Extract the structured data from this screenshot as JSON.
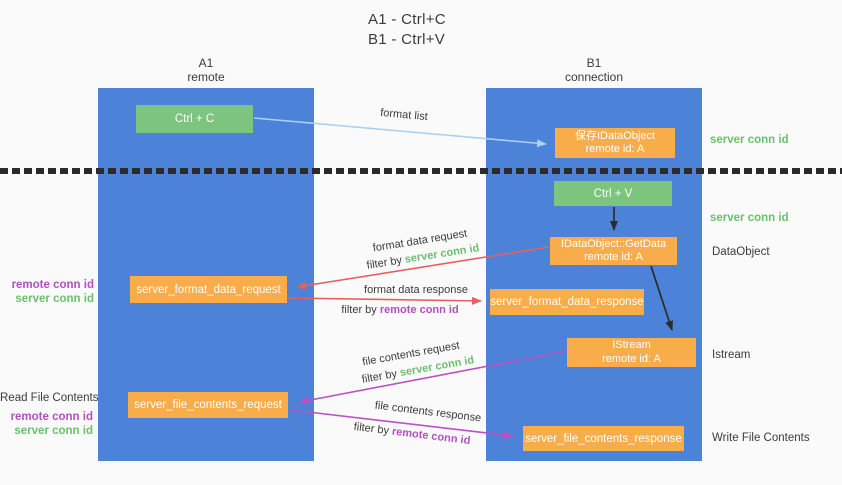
{
  "title": {
    "line1": "A1 - Ctrl+C",
    "line2": "B1 - Ctrl+V"
  },
  "lanes": {
    "left": {
      "name": "A1",
      "sub": "remote"
    },
    "right": {
      "name": "B1",
      "sub": "connection"
    }
  },
  "nodes": {
    "ctrl_c": {
      "label": "Ctrl + C"
    },
    "ctrl_v": {
      "label": "Ctrl + V"
    },
    "save_dataobject": {
      "line1": "保存IDataObject",
      "line2": "remote id: A"
    },
    "getdata": {
      "line1": "IDataObject::GetData",
      "line2": "remote id: A"
    },
    "istream": {
      "line1": "IStream",
      "line2": "remote id: A"
    },
    "server_format_data_request": {
      "label": "server_format_data_request"
    },
    "server_format_data_response": {
      "label": "server_format_data_response"
    },
    "server_file_contents_request": {
      "label": "server_file_contents_request"
    },
    "server_file_contents_response": {
      "label": "server_file_contents_response"
    }
  },
  "edge_labels": {
    "format_list": "format list",
    "format_data_request": "format data request",
    "format_data_response": "format data response",
    "file_contents_request": "file contents request",
    "file_contents_response": "file contents response",
    "filter_by": "filter by ",
    "server_conn_id": "server conn id",
    "remote_conn_id": "remote conn id"
  },
  "side_labels": {
    "server_conn_id": "server conn id",
    "remote_conn_id": "remote conn id",
    "dataobject": "DataObject",
    "istream": "Istream",
    "read_file_contents": "Read File Contents",
    "write_file_contents": "Write File Contents"
  },
  "colors": {
    "background": "#fafafa",
    "lane_blue": "#4c82d8",
    "node_green": "#7dc47e",
    "node_orange": "#f9ad4a",
    "arrow_lightblue": "#a9d2f2",
    "arrow_red": "#e56060",
    "arrow_purple": "#bb51c5",
    "arrow_black": "#2b2b2b",
    "label_green": "#6cbf6c",
    "label_purple": "#b44ec2",
    "text_dark": "#3b3b3b"
  }
}
